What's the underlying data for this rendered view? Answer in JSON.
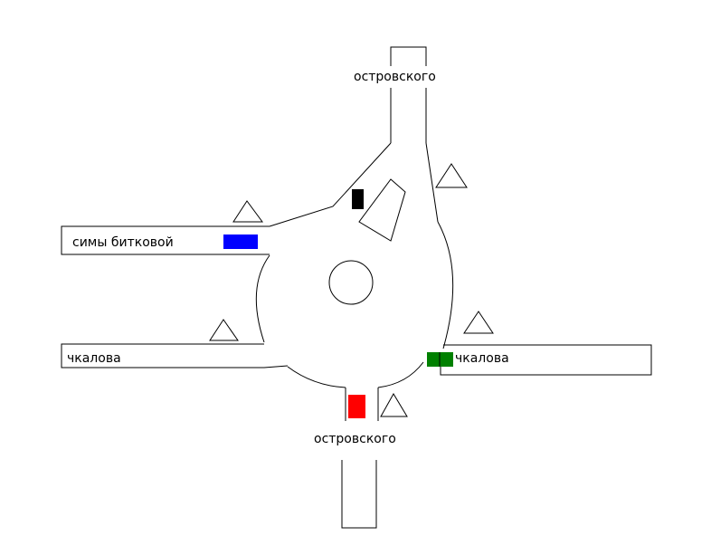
{
  "labels": {
    "north_street": "островского",
    "south_street": "островского",
    "west_upper_street": "симы битковой",
    "west_lower_street": "чкалова",
    "east_street": "чкалова"
  },
  "colors": {
    "background": "#ffffff",
    "line": "#000000",
    "car_blue": "#0000ff",
    "car_black": "#000000",
    "car_green": "#008000",
    "car_red": "#ff0000"
  },
  "cars": [
    {
      "name": "blue-car",
      "color_key": "car_blue"
    },
    {
      "name": "black-car",
      "color_key": "car_black"
    },
    {
      "name": "green-car",
      "color_key": "car_green"
    },
    {
      "name": "red-car",
      "color_key": "car_red"
    }
  ],
  "yield_signs": [
    "north-east",
    "west-upper",
    "west-lower",
    "east",
    "south"
  ]
}
